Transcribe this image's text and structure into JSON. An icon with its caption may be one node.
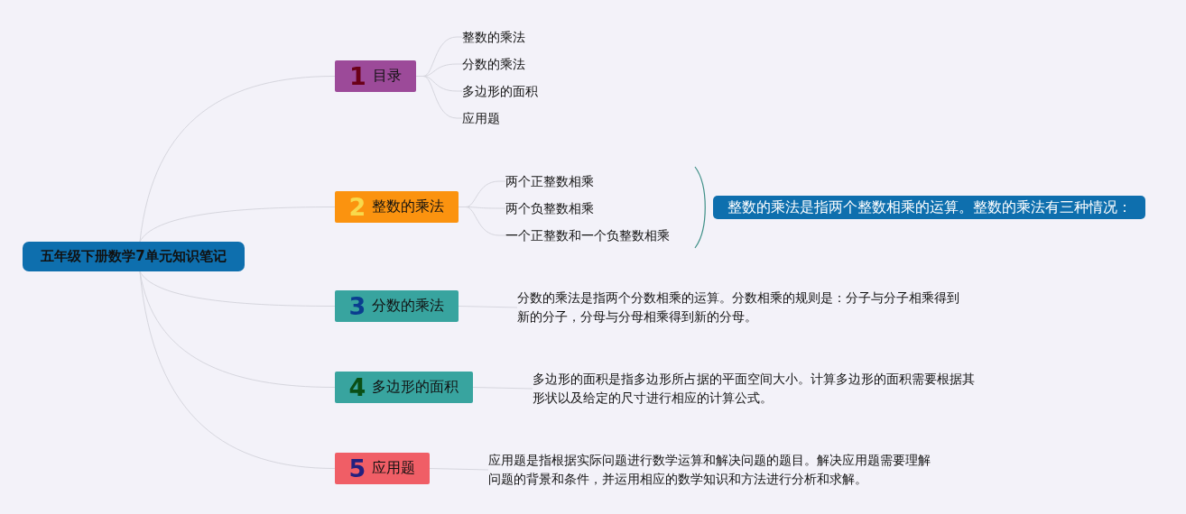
{
  "diagram": {
    "nodes": [
      {
        "text": [
          "五年级下册数学7单元知识笔记"
        ]
      },
      {
        "text": [
          "1",
          "目录"
        ]
      },
      {
        "text": [
          "整数的乘法"
        ]
      },
      {
        "text": [
          "分数的乘法"
        ]
      },
      {
        "text": [
          "多边形的面积"
        ]
      },
      {
        "text": [
          "应用题"
        ]
      },
      {
        "text": [
          "2",
          "整数的乘法"
        ]
      },
      {
        "text": [
          "两个正整数相乘"
        ]
      },
      {
        "text": [
          "两个负整数相乘"
        ]
      },
      {
        "text": [
          "一个正整数和一个负整数相乘"
        ]
      },
      {
        "text": [
          "整数的乘法是指两个整数相乘的运算。整数的乘法有三种情况："
        ]
      },
      {
        "text": [
          "3",
          "分数的乘法"
        ]
      },
      {
        "text": [
          "分数的乘法是指两个分数相乘的运算。分数相乘的规则是：分子与分子相乘得到新的分子，分母与分母相乘得到新的分母。"
        ]
      },
      {
        "text": [
          "4",
          "多边形的面积"
        ]
      },
      {
        "text": [
          "多边形的面积是指多边形所占据的平面空间大小。计算多边形的面积需要根据其形状以及给定的尺寸进行相应的计算公式。"
        ]
      },
      {
        "text": [
          "5",
          "应用题"
        ]
      },
      {
        "text": [
          "应用题是指根据实际问题进行数学运算和解决问题的题目。解决应用题需要理解问题的背景和条件，并运用相应的数学知识和方法进行分析和求解。"
        ]
      }
    ],
    "edges": [
      {
        "from": 0,
        "to": 1,
        "arrow": "none"
      },
      {
        "from": 1,
        "to": 2,
        "arrow": "none"
      },
      {
        "from": 1,
        "to": 3,
        "arrow": "none"
      },
      {
        "from": 1,
        "to": 4,
        "arrow": "none"
      },
      {
        "from": 1,
        "to": 5,
        "arrow": "none"
      },
      {
        "from": 0,
        "to": 6,
        "arrow": "none"
      },
      {
        "from": 6,
        "to": 7,
        "arrow": "none"
      },
      {
        "from": 6,
        "to": 8,
        "arrow": "none"
      },
      {
        "from": 6,
        "to": 9,
        "arrow": "none"
      },
      {
        "from": 0,
        "to": 11,
        "arrow": "none"
      },
      {
        "from": 11,
        "to": 12,
        "arrow": "none"
      },
      {
        "from": 0,
        "to": 13,
        "arrow": "none"
      },
      {
        "from": 13,
        "to": 14,
        "arrow": "none"
      },
      {
        "from": 0,
        "to": 15,
        "arrow": "none"
      },
      {
        "from": 15,
        "to": 16,
        "arrow": "none"
      }
    ]
  }
}
